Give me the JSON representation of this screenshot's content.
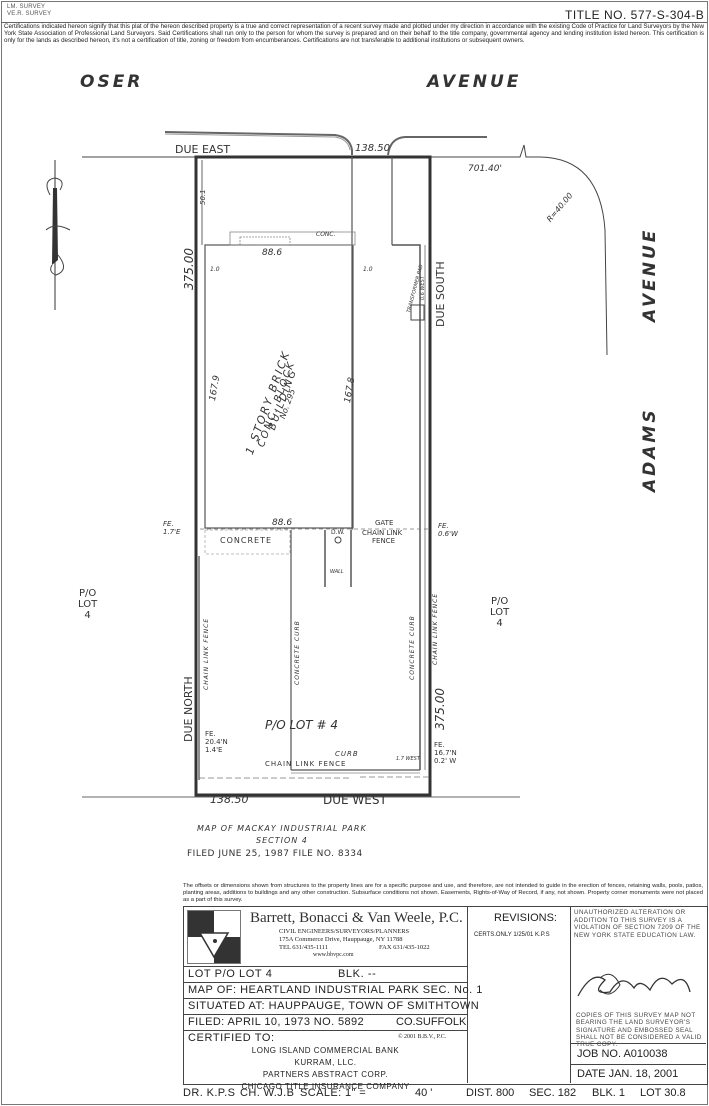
{
  "header": {
    "survey_types": [
      "LM. SURVEY",
      "VE.R. SURVEY"
    ],
    "title_no": "TITLE  NO. 577-S-304-B",
    "certification_text": "Certifications indicated hereon signify that this plat of the hereon described property is a true and correct representation of a recent survey made and plotted under my direction in accordance with the existing Code of Practice for Land Surveyors by the New York State Association of Professional Land Surveyors.  Said Certifications shall run only to the person for whom the survey is prepared and on their behalf to the title company, governmental agency and lending institution listed hereon.  This certification is only for the lands as described hereon, it's not a certification of title, zoning or freedom from encumberances.  Certifications are not transferable to additional institutions or subsequent owners."
  },
  "map": {
    "streets": {
      "oser_1": "OSER",
      "oser_2": "AVENUE",
      "adams_1": "ADAMS",
      "adams_2": "AVENUE"
    },
    "bearings": {
      "north_line": "DUE  EAST",
      "north_dist": "138.50",
      "corner_dist": "701.40'",
      "radius": "R=40.00",
      "east_line": "DUE  SOUTH",
      "east_dist": "375.00",
      "west_line": "DUE  NORTH",
      "west_dist": "375.00",
      "south_line": "DUE  WEST",
      "south_dist": "138.50"
    },
    "building": {
      "label_1": "1 STORY BRICK",
      "label_2": "CONC. BLOCK",
      "label_3": "BUILDING",
      "number": "No. 295",
      "width_top": "88.6",
      "width_bottom": "88.6",
      "depth_left": "167.9",
      "depth_right": "167.8",
      "setback_top": "50.1",
      "offset_left": "1.0",
      "offset_right": "1.0",
      "conc": "CONC."
    },
    "features": {
      "concrete": "CONCRETE",
      "dw": "D.W.",
      "gate": "GATE",
      "chain_link_1": "CHAIN LINK",
      "chain_link_2": "FENCE",
      "wall": "WALL",
      "transformer": "TRANSFORMER PAD",
      "east_offset": "0.6 WEST",
      "chain_link_fence_west": "CHAIN LINK FENCE",
      "concrete_curb_left": "CONCRETE  CURB",
      "concrete_curb_right": "CONCRETE  CURB",
      "chain_link_fence_east": "CHAIN LINK FENCE",
      "chain_link_fence_south": "CHAIN LINK FENCE",
      "curb": "CURB",
      "west_offset": "1.7 WEST",
      "lot_label": "P/O  LOT # 4"
    },
    "fence_notes": {
      "nw": [
        "FE.",
        "1.7'E"
      ],
      "ne": [
        "FE.",
        "0.6'W"
      ],
      "sw": [
        "FE.",
        "20.4'N",
        "1.4'E"
      ],
      "se": [
        "FE.",
        "16.7'N",
        "0.2' W"
      ]
    },
    "adjacent_lots": {
      "west": [
        "P/O",
        "LOT",
        "4"
      ],
      "east": [
        "P/O",
        "LOT",
        "4"
      ]
    },
    "filing_note": {
      "line_1": "MAP  OF  MACKAY  INDUSTRIAL  PARK",
      "line_2": "SECTION   4",
      "line_3": "FILED  JUNE  25,  1987     FILE  NO.  8334"
    }
  },
  "disclaimer": "The offsets or dimensions shown from structures to the property lines are for a specific purpose and use, and therefore, are not intended to guide in the erection of fences, retaining walls, pools, patios, planting areas, additions to buildings and any other construction.  Subsurface conditions not shown. Easements, Rights-of-Way of Record, if any, not shown.        Property corner monuments were not placed as a part of this survey.",
  "title_block": {
    "firm": {
      "name": "Barrett, Bonacci & Van Weele, P.C.",
      "tagline": "CIVIL ENGINEERS/SURVEYORS/PLANNERS",
      "address": "175A Commerce Drive, Hauppauge, NY  11788",
      "tel": "TEL 631/435-1111",
      "fax": "FAX 631/435-1022",
      "web": "www.bbvpc.com"
    },
    "revisions": {
      "heading": "REVISIONS:",
      "entry": "CERTS.ONLY 1/25/01 K.P.S"
    },
    "warning": "UNAUTHORIZED ALTERATION OR ADDITION TO THIS SURVEY IS A VIOLATION OF SECTION 7209 OF THE NEW YORK STATE EDUCATION LAW.",
    "copies_note": "COPIES OF THIS SURVEY MAP NOT BEARING THE LAND SURVEYOR'S SIGNATURE AND EMBOSSED SEAL SHALL NOT BE CONSIDERED A VALID TRUE COPY.",
    "lot": "LOT  P/O LOT 4",
    "blk": "BLK.   --",
    "map_of": "MAP  OF:   HEARTLAND INDUSTRIAL PARK SEC. No. 1",
    "situated_at": "SITUATED  AT:  HAUPPAUGE, TOWN OF SMITHTOWN",
    "filed": "FILED: APRIL 10, 1973  NO. 5892",
    "county": "CO.SUFFOLK",
    "certified_to_label": "CERTIFIED  TO:",
    "copyright": "© 2001   B.B.V., P.C.",
    "certified_to": [
      "LONG ISLAND COMMERCIAL BANK",
      "KURRAM, LLC.",
      "PARTNERS ABSTRACT CORP.",
      "CHICAGO TITLE INSURANCE COMPANY"
    ],
    "job_no": "JOB NO.  A010038",
    "date": "DATE   JAN. 18, 2001"
  },
  "footer": {
    "dr": "DR.  K.P.S",
    "ch": "CH.  W.J.B",
    "scale_label": "SCALE:  1\"  =",
    "scale_value": "40 '",
    "dist": "DIST. 800",
    "sec": "SEC. 182",
    "blk": "BLK. 1",
    "lot": "LOT  30.8"
  }
}
